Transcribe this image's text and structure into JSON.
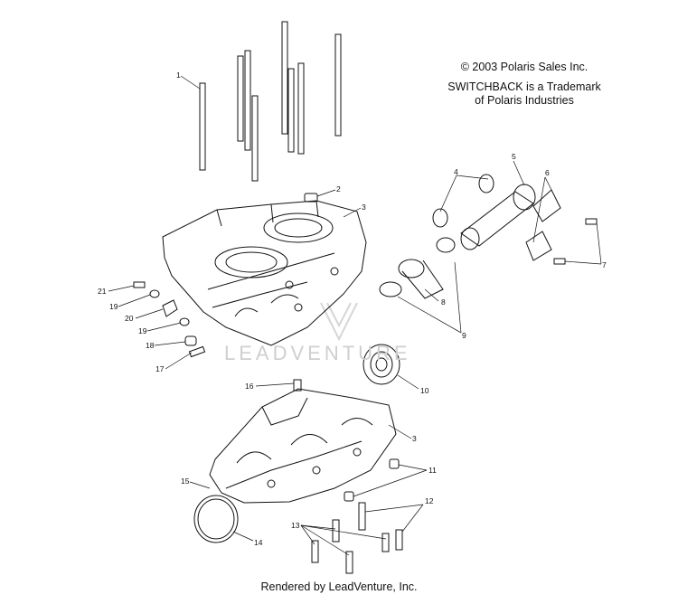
{
  "copyright": {
    "line1": "© 2003 Polaris Sales Inc.",
    "line2": "SWITCHBACK is a Trademark",
    "line3": "of Polaris Industries"
  },
  "watermark": "LEADVENTURE",
  "footer": "Rendered by LeadVenture, Inc.",
  "callouts": {
    "c1": "1",
    "c2": "2",
    "c3a": "3",
    "c3b": "3",
    "c4": "4",
    "c5": "5",
    "c6": "6",
    "c7": "7",
    "c8": "8",
    "c9": "9",
    "c10": "10",
    "c11": "11",
    "c12": "12",
    "c13": "13",
    "c14": "14",
    "c15": "15",
    "c16": "16",
    "c17": "17",
    "c18": "18",
    "c19a": "19",
    "c19b": "19",
    "c20": "20",
    "c21": "21"
  },
  "colors": {
    "line": "#111111",
    "watermark": "#cfcfcf"
  }
}
